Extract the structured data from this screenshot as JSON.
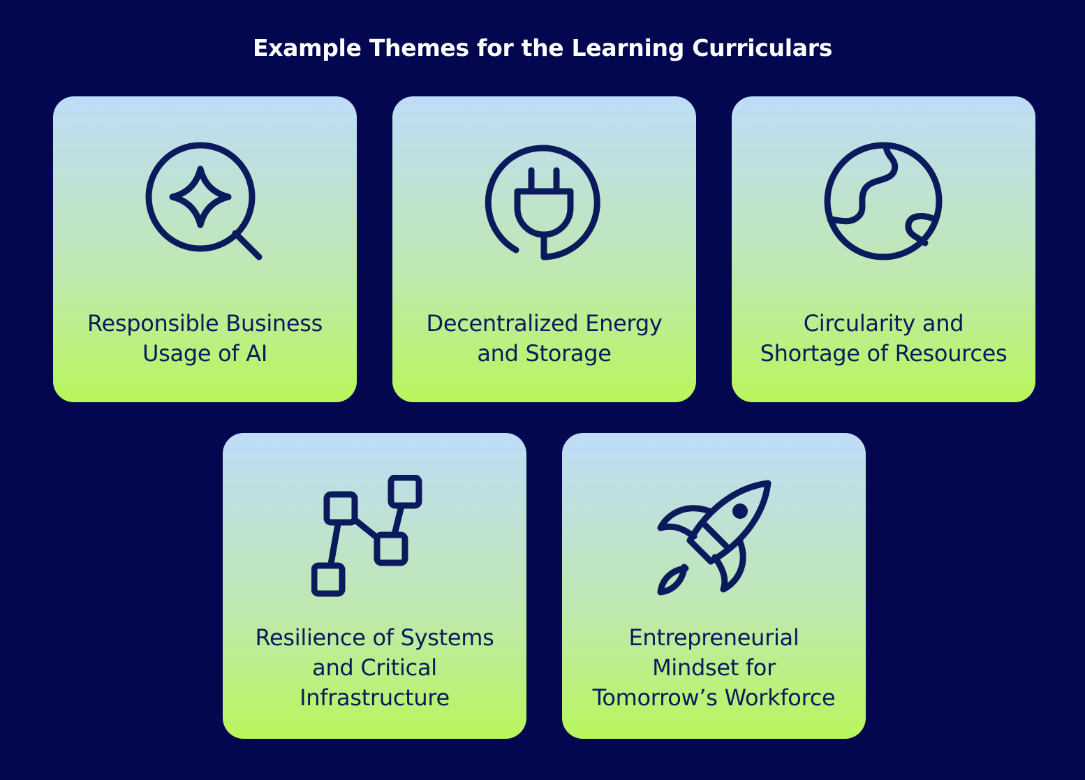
{
  "header": {
    "title": "Example Themes for the Learning Curriculars"
  },
  "colors": {
    "background": "#020750",
    "card_top": "#bfdcf8",
    "card_bottom": "#b9f65b",
    "icon_stroke": "#0a1a5c",
    "title_text": "#ffffff"
  },
  "themes": [
    {
      "icon": "search-sparkle-icon",
      "lines": [
        "Responsible Business",
        "Usage of AI"
      ]
    },
    {
      "icon": "power-plug-icon",
      "lines": [
        "Decentralized Energy",
        "and Storage"
      ]
    },
    {
      "icon": "globe-icon",
      "lines": [
        "Circularity and",
        "Shortage of Resources"
      ]
    },
    {
      "icon": "network-nodes-icon",
      "lines": [
        "Resilience of Systems",
        "and Critical",
        "Infrastructure"
      ]
    },
    {
      "icon": "rocket-icon",
      "lines": [
        "Entrepreneurial",
        "Mindset for",
        "Tomorrow’s Workforce"
      ]
    }
  ]
}
